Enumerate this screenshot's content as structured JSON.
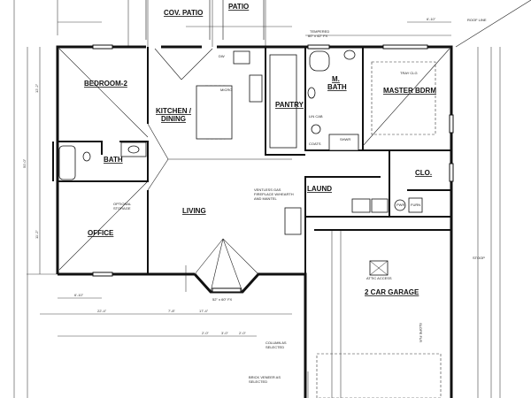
{
  "rooms": {
    "cov_patio": "COV. PATIO",
    "patio": "PATIO",
    "bedroom2": "BEDROOM-2",
    "kitchen": "KITCHEN /",
    "dining": "DINING",
    "bath": "BATH",
    "office": "OFFICE",
    "living": "LIVING",
    "pantry": "PANTRY",
    "m_bath_1": "M.",
    "m_bath_2": "BATH",
    "master": "MASTER BDRM",
    "clo": "CLO.",
    "laund": "LAUND",
    "garage": "2 CAR GARAGE"
  },
  "notes": {
    "roof_line": "ROOF LINE",
    "tempered": "TEMPERED",
    "tempered_size": "60\" x 42\" FX",
    "tray_clg": "TRAY CLG",
    "fireplace_1": "VENTLESS GAS",
    "fireplace_2": "FIREPLACE W/HEARTH",
    "fireplace_3": "AND MANTEL",
    "optional_storage_1": "OPTIONAL",
    "optional_storage_2": "STORAGE",
    "attic_access": "ATTIC ACCESS",
    "stoop": "STOOP",
    "slope_flr": "SLOPE FLR",
    "column_1": "COLUMN AS",
    "column_2": "SELECTED",
    "brick_1": "BRICK VENEER AS",
    "brick_2": "SELECTED",
    "micro": "MICRO",
    "dw": "DW",
    "coats": "COATS",
    "shwr": "SHWR",
    "lin_cab": "LIN CAB",
    "pwr": "PWR",
    "furn": "FURN",
    "bay_window": "52\" x 60\" FX"
  },
  "dimensions": {
    "d1": "22'-4\"",
    "d2": "17'-4\"",
    "d3": "7'-8\"",
    "d4": "2'-0\"",
    "d5": "3'-0\"",
    "d6": "2'-0\"",
    "d7": "6'-10\"",
    "d8": "12'-2\"",
    "d9": "11'-2\"",
    "d10": "6'-10\"",
    "d11": "50'-0\""
  }
}
